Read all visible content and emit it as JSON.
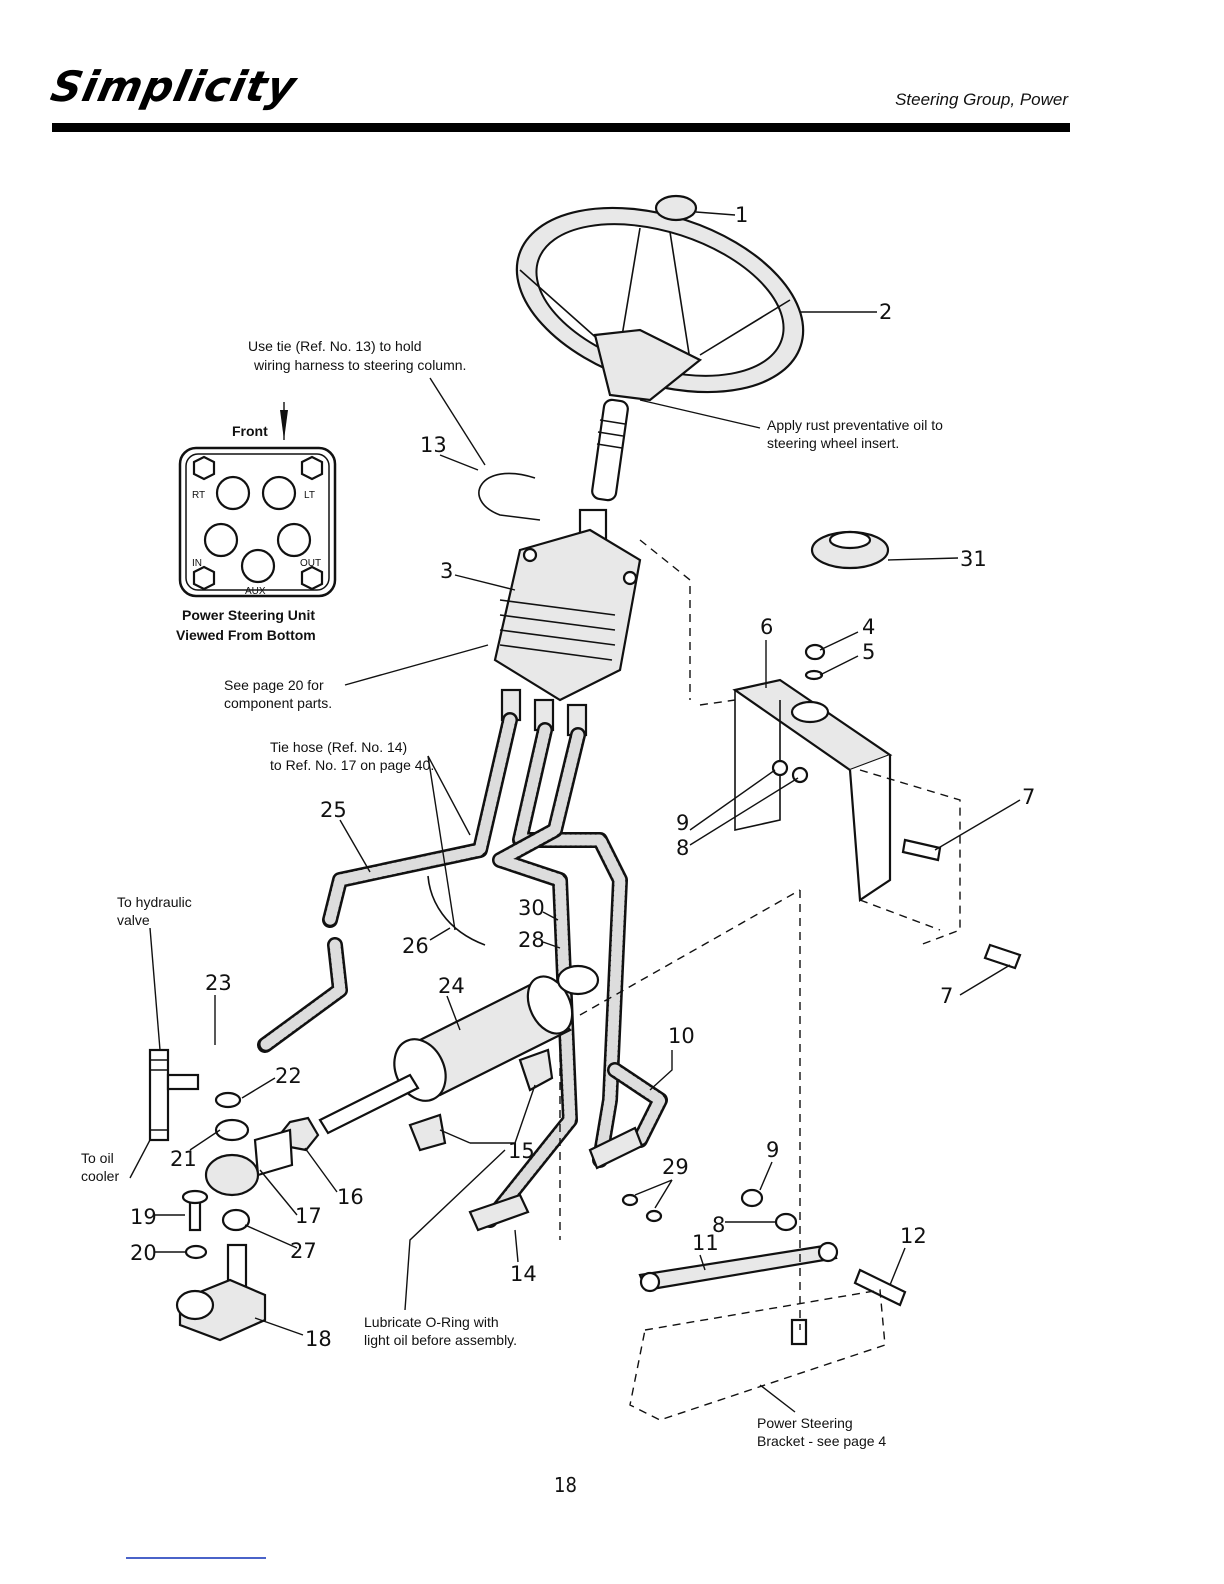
{
  "header": {
    "brand": "Simplicity",
    "section_title": "Steering Group, Power"
  },
  "page_number": "18",
  "inset": {
    "front_label": "Front",
    "ports": [
      "RT",
      "LT",
      "IN",
      "OUT",
      "AUX"
    ],
    "caption_line1": "Power Steering Unit",
    "caption_line2": "Viewed From Bottom"
  },
  "notes": {
    "tie_line1": "Use tie (Ref. No. 13) to hold",
    "tie_line2": "wiring harness to steering column.",
    "rust_line1": "Apply rust preventative oil to",
    "rust_line2": "steering wheel insert.",
    "see20_line1": "See page 20 for",
    "see20_line2": "component parts.",
    "tiehose_line1": "Tie hose (Ref. No. 14)",
    "tiehose_line2": "to Ref. No. 17 on page 40.",
    "hydraulic_line1": "To hydraulic",
    "hydraulic_line2": "valve",
    "cooler_line1": "To oil",
    "cooler_line2": "cooler",
    "oring_line1": "Lubricate O-Ring with",
    "oring_line2": "light oil before assembly.",
    "bracket_line1": "Power Steering",
    "bracket_line2": "Bracket - see page 4"
  },
  "callouts": [
    "1",
    "2",
    "3",
    "4",
    "5",
    "6",
    "7",
    "7",
    "8",
    "8",
    "9",
    "9",
    "10",
    "11",
    "12",
    "13",
    "14",
    "15",
    "16",
    "17",
    "18",
    "19",
    "20",
    "21",
    "22",
    "23",
    "24",
    "25",
    "26",
    "27",
    "28",
    "29",
    "30",
    "31"
  ]
}
